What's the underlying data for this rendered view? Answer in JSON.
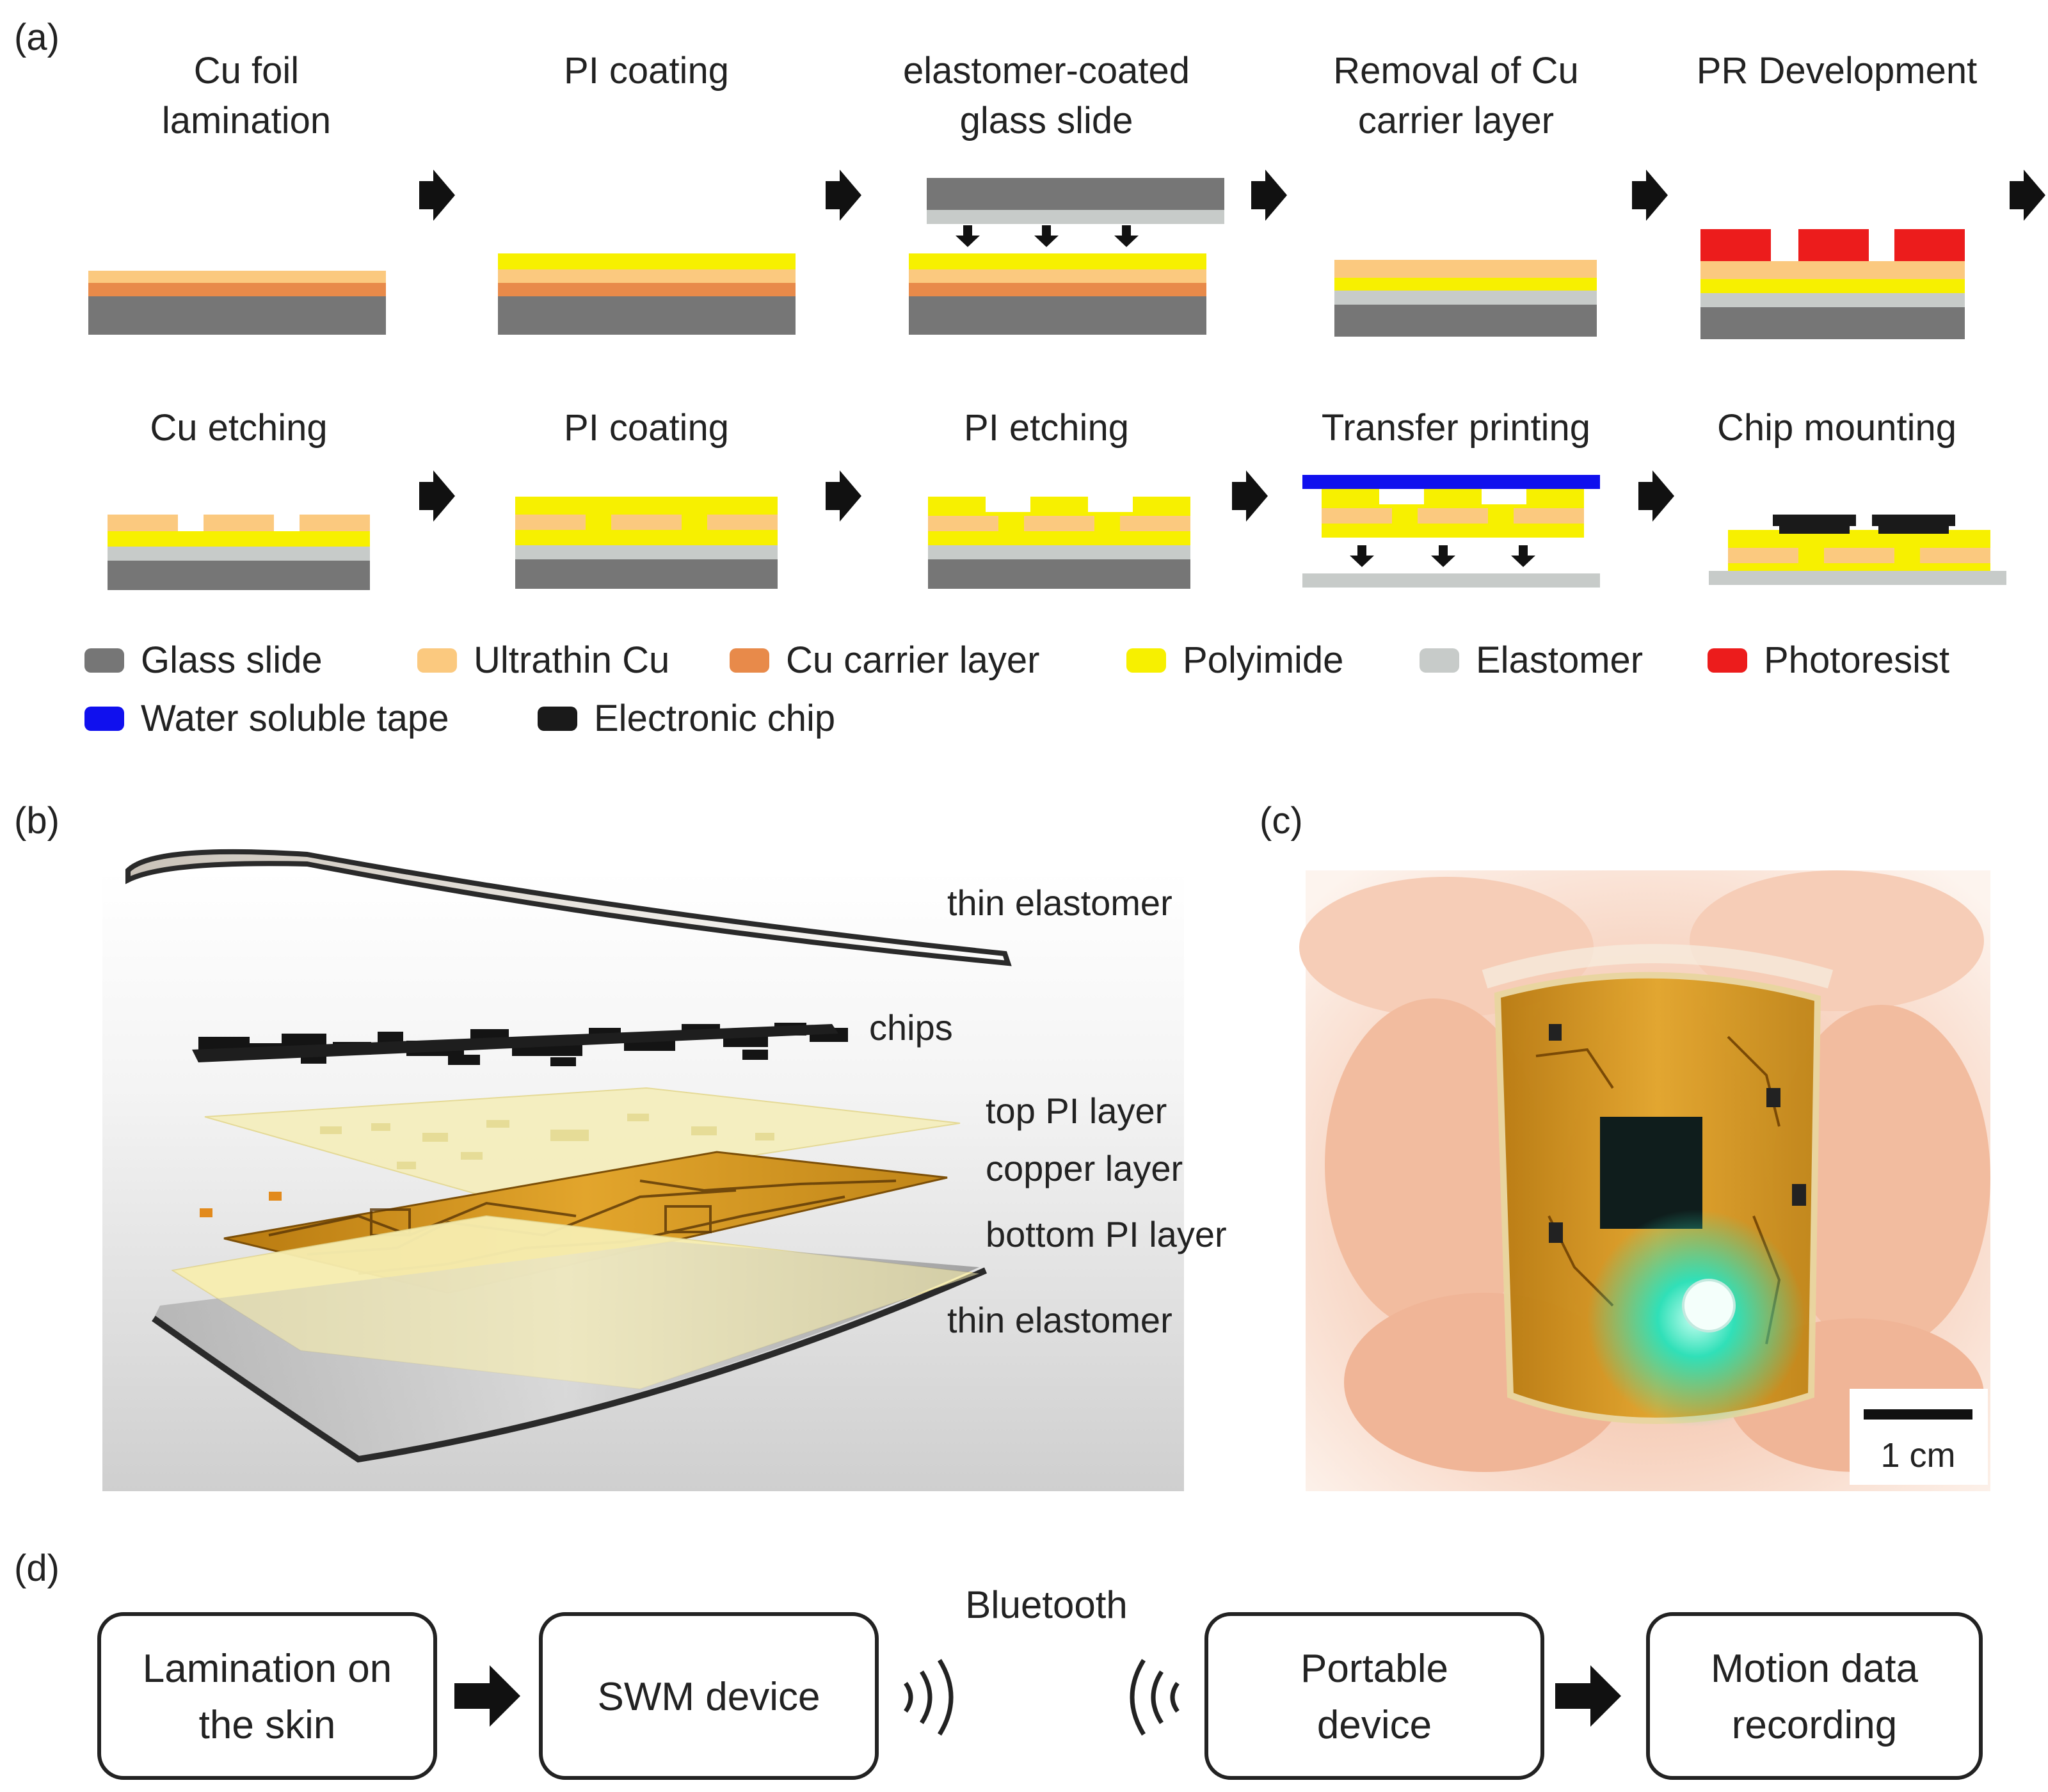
{
  "panel_a": {
    "label": "(a)",
    "steps": [
      {
        "title": [
          "Cu foil",
          "lamination"
        ]
      },
      {
        "title": [
          "PI coating"
        ]
      },
      {
        "title": [
          "elastomer-coated",
          "glass  slide"
        ]
      },
      {
        "title": [
          "Removal  of Cu",
          "carrier layer"
        ]
      },
      {
        "title": [
          "PR Development"
        ]
      },
      {
        "title": [
          "Cu etching"
        ]
      },
      {
        "title": [
          "PI coating"
        ]
      },
      {
        "title": [
          "PI etching"
        ]
      },
      {
        "title": [
          "Transfer printing"
        ]
      },
      {
        "title": [
          "Chip mounting"
        ]
      }
    ],
    "legend": [
      {
        "label": "Glass  slide",
        "color": "#767676"
      },
      {
        "label": "Ultrathin  Cu",
        "color": "#fbc97f"
      },
      {
        "label": "Cu carrier layer",
        "color": "#e88a4a"
      },
      {
        "label": "Polyimide",
        "color": "#f7f000"
      },
      {
        "label": "Elastomer",
        "color": "#c7cbc9"
      },
      {
        "label": "Photoresist",
        "color": "#ec1c1c"
      },
      {
        "label": "Water soluble  tape",
        "color": "#1010ee"
      },
      {
        "label": "Electronic chip",
        "color": "#1a1a1a"
      }
    ]
  },
  "panel_b": {
    "label": "(b)",
    "layers": [
      "thin elastomer",
      "chips",
      "top  PI layer",
      "copper layer",
      "bottom  PI layer",
      "thin elastomer"
    ]
  },
  "panel_c": {
    "label": "(c)",
    "scale_bar": "1 cm"
  },
  "panel_d": {
    "label": "(d)",
    "link_label": "Bluetooth",
    "boxes": [
      [
        "Lamination on",
        "the skin"
      ],
      [
        "SWM device"
      ],
      [
        "Portable",
        "device"
      ],
      [
        "Motion data",
        "recording"
      ]
    ]
  },
  "colors": {
    "glass": "#767676",
    "ultrathin_cu": "#fbc97f",
    "cu_carrier": "#e88a4a",
    "polyimide": "#f7f000",
    "elastomer": "#c7cbc9",
    "photoresist": "#ec1c1c",
    "tape": "#1010ee",
    "chip": "#1a1a1a"
  }
}
